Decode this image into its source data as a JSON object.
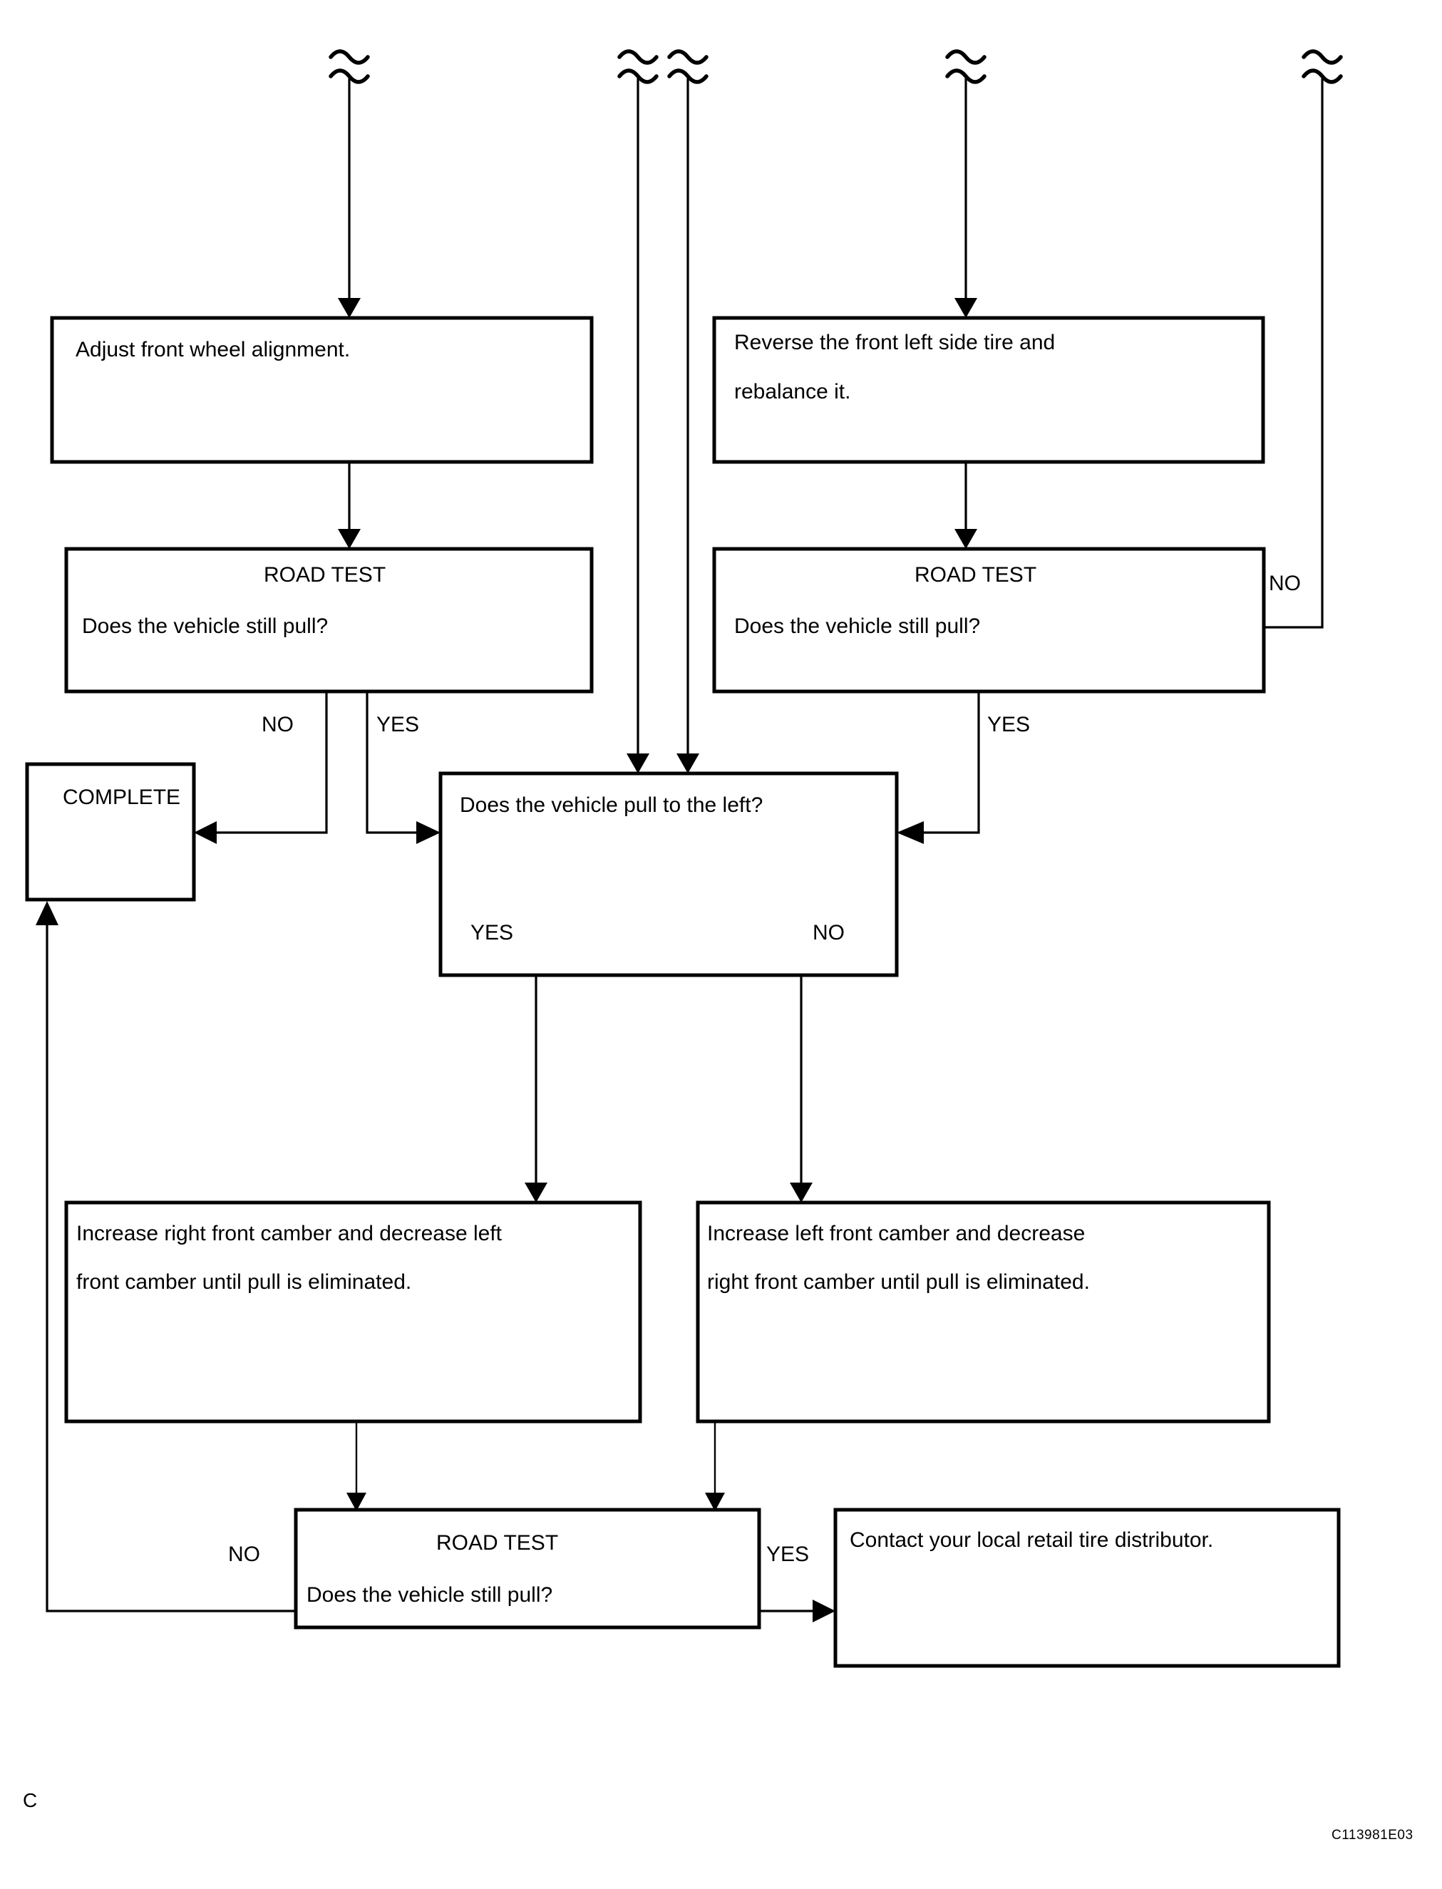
{
  "diagram": {
    "title": "Vehicle pull diagnostic flowchart",
    "reference_code": "C113981E03",
    "page_marker": "C",
    "colors": {
      "line": "#000000",
      "box_fill": "#ffffff",
      "background": "#ffffff"
    },
    "connector_icon": "squiggle-break-icon"
  },
  "nodes": {
    "adjust_alignment": {
      "id": "adjust-front-wheel-alignment",
      "lines": [
        "Adjust front wheel alignment."
      ]
    },
    "road_test_left": {
      "id": "road-test-left",
      "heading": "ROAD TEST",
      "lines": [
        "Does the vehicle still pull?"
      ]
    },
    "reverse_tire": {
      "id": "reverse-front-left-tire",
      "lines": [
        "Reverse the front left side tire and",
        "rebalance it."
      ]
    },
    "road_test_right": {
      "id": "road-test-right",
      "heading": "ROAD TEST",
      "lines": [
        "Does the vehicle still pull?"
      ]
    },
    "complete": {
      "id": "complete",
      "lines": [
        "COMPLETE"
      ]
    },
    "pull_left": {
      "id": "does-vehicle-pull-to-left",
      "lines": [
        "Does the vehicle pull to the left?"
      ]
    },
    "camber_right": {
      "id": "increase-right-front-camber",
      "lines": [
        "Increase right front camber and decrease left",
        "front camber until pull is eliminated."
      ]
    },
    "camber_left": {
      "id": "increase-left-front-camber",
      "lines": [
        "Increase left front camber and decrease",
        "right front camber until pull is eliminated."
      ]
    },
    "road_test_bottom": {
      "id": "road-test-bottom",
      "heading": "ROAD TEST",
      "lines": [
        "Does the vehicle still pull?"
      ]
    },
    "contact_distributor": {
      "id": "contact-tire-distributor",
      "lines": [
        "Contact your local retail tire distributor."
      ]
    }
  },
  "edge_labels": {
    "left_road_test_no": "NO",
    "left_road_test_yes": "YES",
    "right_road_test_no": "NO",
    "right_road_test_yes": "YES",
    "pull_left_yes": "YES",
    "pull_left_no": "NO",
    "bottom_road_test_no": "NO",
    "bottom_road_test_yes": "YES"
  },
  "chart_data": {
    "type": "table",
    "title": "Vehicle pull diagnostic flowchart",
    "nodes": [
      {
        "id": "adjust-front-wheel-alignment",
        "text": "Adjust front wheel alignment.",
        "shape": "process"
      },
      {
        "id": "road-test-left",
        "text": "ROAD TEST / Does the vehicle still pull?",
        "shape": "decision"
      },
      {
        "id": "reverse-front-left-tire",
        "text": "Reverse the front left side tire and rebalance it.",
        "shape": "process"
      },
      {
        "id": "road-test-right",
        "text": "ROAD TEST / Does the vehicle still pull?",
        "shape": "decision"
      },
      {
        "id": "complete",
        "text": "COMPLETE",
        "shape": "terminator"
      },
      {
        "id": "does-vehicle-pull-to-left",
        "text": "Does the vehicle pull to the left?",
        "shape": "decision"
      },
      {
        "id": "increase-right-front-camber",
        "text": "Increase right front camber and decrease left front camber until pull is eliminated.",
        "shape": "process"
      },
      {
        "id": "increase-left-front-camber",
        "text": "Increase left front camber and decrease right front camber until pull is eliminated.",
        "shape": "process"
      },
      {
        "id": "road-test-bottom",
        "text": "ROAD TEST / Does the vehicle still pull?",
        "shape": "decision"
      },
      {
        "id": "contact-tire-distributor",
        "text": "Contact your local retail tire distributor.",
        "shape": "process"
      }
    ],
    "edges": [
      {
        "from": "entry-1",
        "to": "adjust-front-wheel-alignment",
        "label": ""
      },
      {
        "from": "adjust-front-wheel-alignment",
        "to": "road-test-left",
        "label": ""
      },
      {
        "from": "road-test-left",
        "to": "complete",
        "label": "NO"
      },
      {
        "from": "road-test-left",
        "to": "does-vehicle-pull-to-left",
        "label": "YES"
      },
      {
        "from": "entry-2",
        "to": "does-vehicle-pull-to-left",
        "label": ""
      },
      {
        "from": "entry-3",
        "to": "does-vehicle-pull-to-left",
        "label": ""
      },
      {
        "from": "entry-4",
        "to": "reverse-front-left-tire",
        "label": ""
      },
      {
        "from": "reverse-front-left-tire",
        "to": "road-test-right",
        "label": ""
      },
      {
        "from": "entry-5",
        "to": "road-test-right",
        "label": "NO"
      },
      {
        "from": "road-test-right",
        "to": "does-vehicle-pull-to-left",
        "label": "YES"
      },
      {
        "from": "does-vehicle-pull-to-left",
        "to": "increase-right-front-camber",
        "label": "YES"
      },
      {
        "from": "does-vehicle-pull-to-left",
        "to": "increase-left-front-camber",
        "label": "NO"
      },
      {
        "from": "increase-right-front-camber",
        "to": "road-test-bottom",
        "label": ""
      },
      {
        "from": "increase-left-front-camber",
        "to": "road-test-bottom",
        "label": ""
      },
      {
        "from": "road-test-bottom",
        "to": "complete",
        "label": "NO"
      },
      {
        "from": "road-test-bottom",
        "to": "contact-tire-distributor",
        "label": "YES"
      }
    ]
  }
}
